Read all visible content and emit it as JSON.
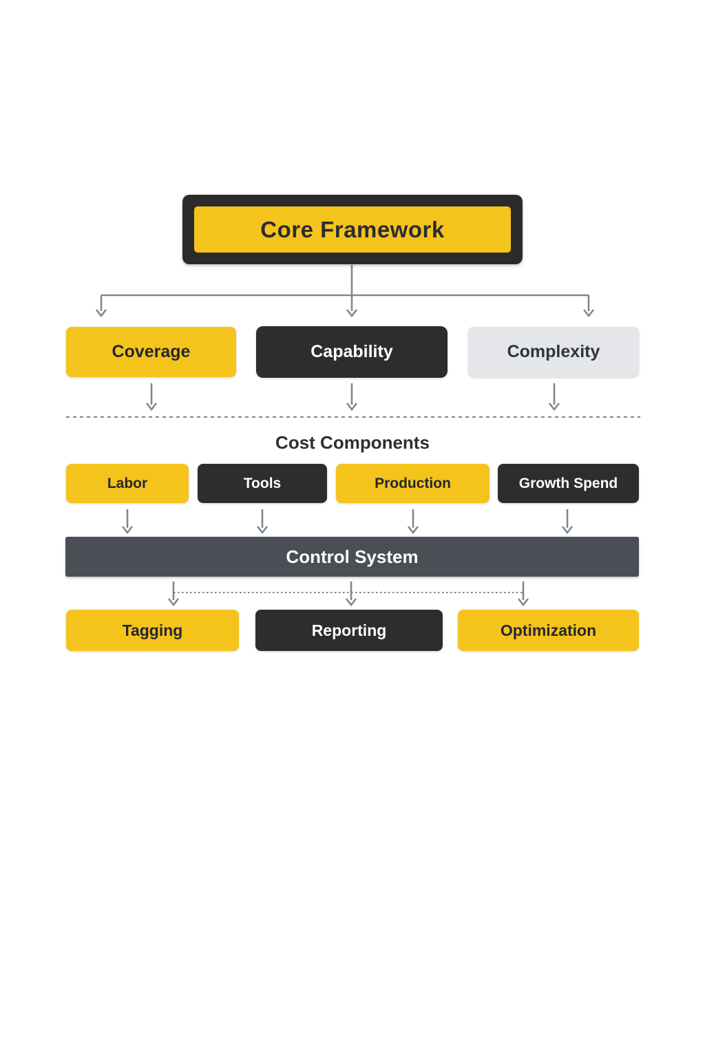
{
  "diagram": {
    "root": {
      "label": "Core Framework"
    },
    "pillars": [
      {
        "label": "Coverage",
        "style": "yellow"
      },
      {
        "label": "Capability",
        "style": "dark"
      },
      {
        "label": "Complexity",
        "style": "light"
      }
    ],
    "section": {
      "heading": "Cost Components",
      "items": [
        {
          "label": "Labor",
          "style": "yellow"
        },
        {
          "label": "Tools",
          "style": "dark"
        },
        {
          "label": "Production",
          "style": "yellow"
        },
        {
          "label": "Growth Spend",
          "style": "dark"
        }
      ]
    },
    "control": {
      "label": "Control System"
    },
    "outputs": [
      {
        "label": "Tagging",
        "style": "yellow"
      },
      {
        "label": "Reporting",
        "style": "dark"
      },
      {
        "label": "Optimization",
        "style": "yellow"
      }
    ],
    "colors": {
      "accent_yellow": "#F5C41C",
      "dark_charcoal": "#2D2D2D",
      "light_gray": "#E4E6E9",
      "slate_gray": "#4A4E55",
      "connector_gray": "#85858D"
    }
  }
}
